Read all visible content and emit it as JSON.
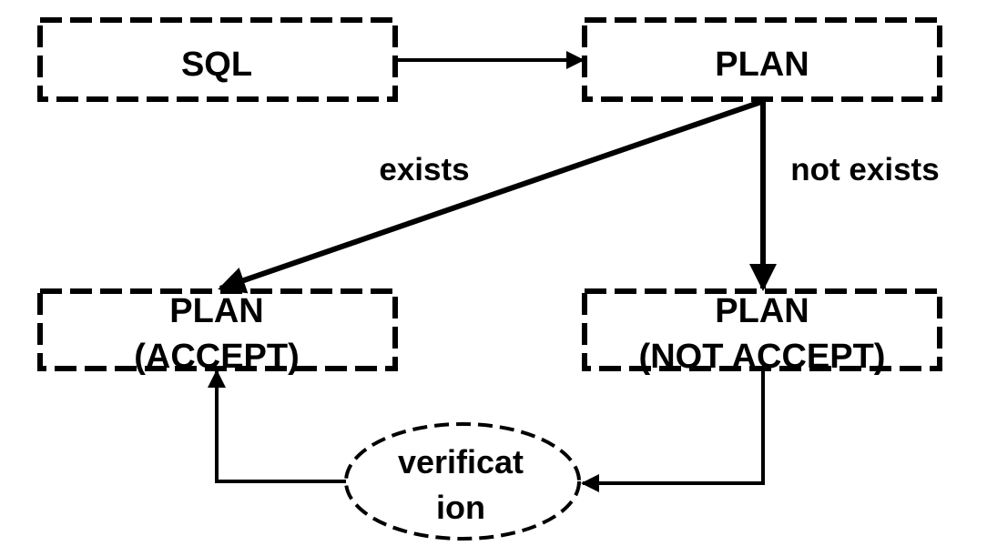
{
  "nodes": {
    "sql": {
      "label": "SQL"
    },
    "plan": {
      "label": "PLAN"
    },
    "plan_accept": {
      "line1": "PLAN",
      "line2": "(ACCEPT)"
    },
    "plan_not_accept": {
      "line1": "PLAN",
      "line2": "(NOT ACCEPT)"
    },
    "verification": {
      "line1": "verificat",
      "line2": "ion"
    }
  },
  "edges": {
    "exists": "exists",
    "not_exists": "not exists"
  },
  "colors": {
    "stroke": "#000000",
    "background": "#ffffff"
  }
}
